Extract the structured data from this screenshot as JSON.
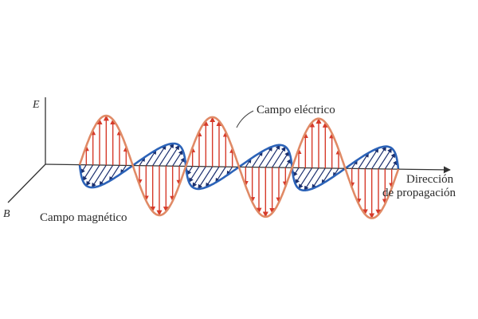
{
  "axes": {
    "e_label": "E",
    "b_label": "B"
  },
  "labels": {
    "electric_field": "Campo eléctrico",
    "magnetic_field": "Campo magnético",
    "direction_line1": "Dirección",
    "direction_line2": "de propagación"
  },
  "wave": {
    "cycles": 3
  },
  "colors": {
    "electric": "#d63a2a",
    "electric_outline": "#e08a66",
    "magnetic": "#2c63b8",
    "magnetic_hatch": "#1b2f6e",
    "axis": "#333333"
  }
}
